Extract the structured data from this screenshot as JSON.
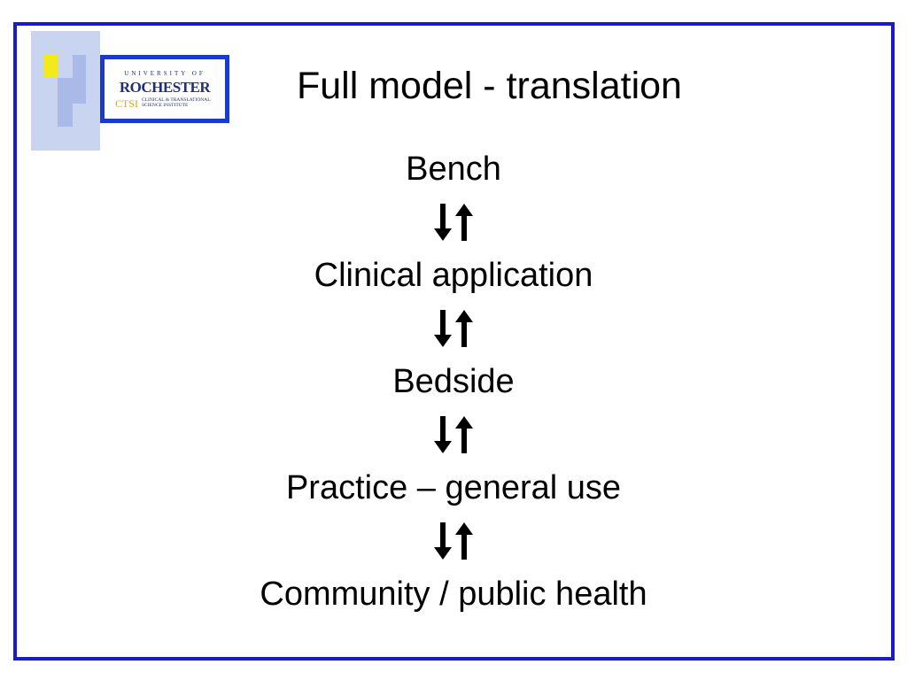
{
  "slide": {
    "title": "Full model - translation",
    "logo": {
      "university_of": "UNIVERSITY OF",
      "rochester": "ROCHESTER",
      "ctsi": "CTSI",
      "institute": "CLINICAL & TRANSLATIONAL\nSCIENCE INSTITUTE"
    },
    "items": [
      "Bench",
      "Clinical application",
      "Bedside",
      "Practice – general use",
      "Community / public health"
    ],
    "arrow_icon": "down-up-arrows-icon",
    "colors": {
      "frame": "#1a1acc",
      "logo_border": "#1a3acc",
      "accent_yellow": "#f2ea1a",
      "square_light": "#c9d4f0",
      "square_medium": "#a9b9e8"
    }
  }
}
